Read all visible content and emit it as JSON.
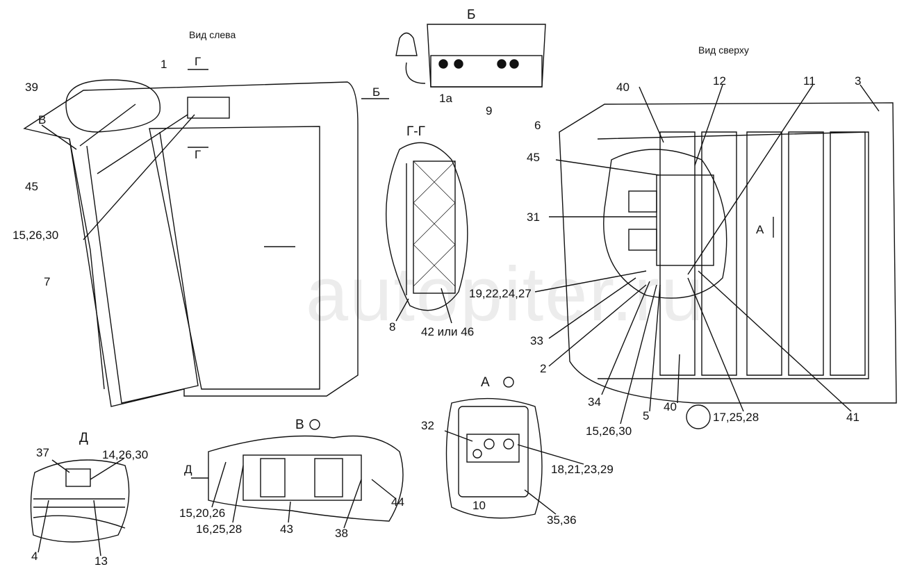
{
  "titles": {
    "left_view": "Вид слева",
    "top_view": "Вид сверху",
    "view_b": "Б",
    "section_g": "Г-Г",
    "view_a": "А",
    "view_v": "В",
    "view_d": "Д"
  },
  "watermark": "autopiter.ru",
  "markers": {
    "b_arrow": "Б",
    "v_arrow": "В",
    "g_top": "Г",
    "g_bottom": "Г",
    "a_arrow": "А",
    "d_arrow": "Д"
  },
  "callouts": {
    "c1": "1",
    "c39": "39",
    "c45a": "45",
    "c15_26_30a": "15,26,30",
    "c7": "7",
    "c1a": "1а",
    "c9": "9",
    "c8": "8",
    "c42_46": "42 или 46",
    "c19_22_24_27": "19,22,24,27",
    "c40a": "40",
    "c12": "12",
    "c11": "11",
    "c3": "3",
    "c6": "6",
    "c45b": "45",
    "c31": "31",
    "c33": "33",
    "c2": "2",
    "c34": "34",
    "c15_26_30b": "15,26,30",
    "c5": "5",
    "c40b": "40",
    "c17_25_28": "17,25,28",
    "c41": "41",
    "c32": "32",
    "c18_21_23_29": "18,21,23,29",
    "c10": "10",
    "c35_36": "35,36",
    "c37": "37",
    "c14_26_30": "14,26,30",
    "c4": "4",
    "c13": "13",
    "c15_20_26": "15,20,26",
    "c16_25_28": "16,25,28",
    "c43": "43",
    "c38": "38",
    "c44": "44"
  }
}
